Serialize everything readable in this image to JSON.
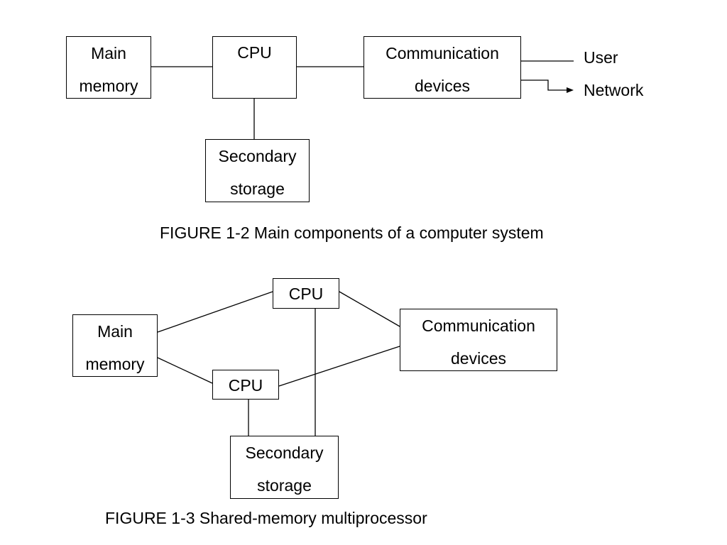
{
  "figure_1_2": {
    "main_memory": [
      "Main",
      "memory"
    ],
    "cpu": "CPU",
    "communication_devices": [
      "Communication",
      "devices"
    ],
    "secondary_storage": [
      "Secondary",
      "storage"
    ],
    "user_label": "User",
    "network_label": "Network",
    "caption": "FIGURE 1-2 Main components of a computer system"
  },
  "figure_1_3": {
    "main_memory": [
      "Main",
      "memory"
    ],
    "cpu_top": "CPU",
    "cpu_bottom": "CPU",
    "communication_devices": [
      "Communication",
      "devices"
    ],
    "secondary_storage": [
      "Secondary",
      "storage"
    ],
    "caption": "FIGURE 1-3 Shared-memory multiprocessor"
  }
}
